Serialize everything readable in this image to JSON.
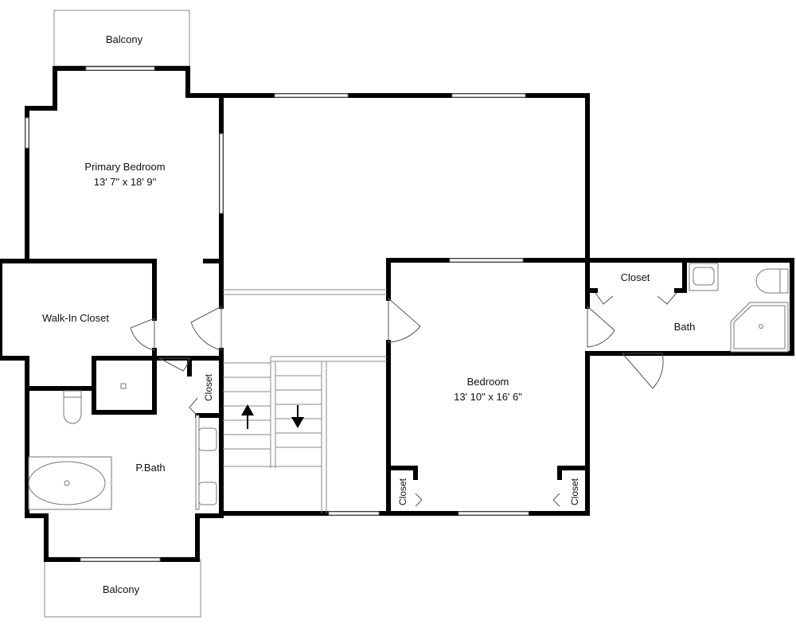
{
  "rooms": {
    "balcony_top": {
      "label": "Balcony"
    },
    "primary_bedroom": {
      "label": "Primary Bedroom",
      "dims": "13' 7\" x 18' 9\""
    },
    "walk_in_closet": {
      "label": "Walk-In Closet"
    },
    "closet_small": {
      "label": "Closet"
    },
    "p_bath": {
      "label": "P.Bath"
    },
    "balcony_bottom": {
      "label": "Balcony"
    },
    "bedroom": {
      "label": "Bedroom",
      "dims": "13' 10\" x 16' 6\""
    },
    "closet_bed_left": {
      "label": "Closet"
    },
    "closet_bed_right": {
      "label": "Closet"
    },
    "closet_east": {
      "label": "Closet"
    },
    "bath": {
      "label": "Bath"
    }
  }
}
